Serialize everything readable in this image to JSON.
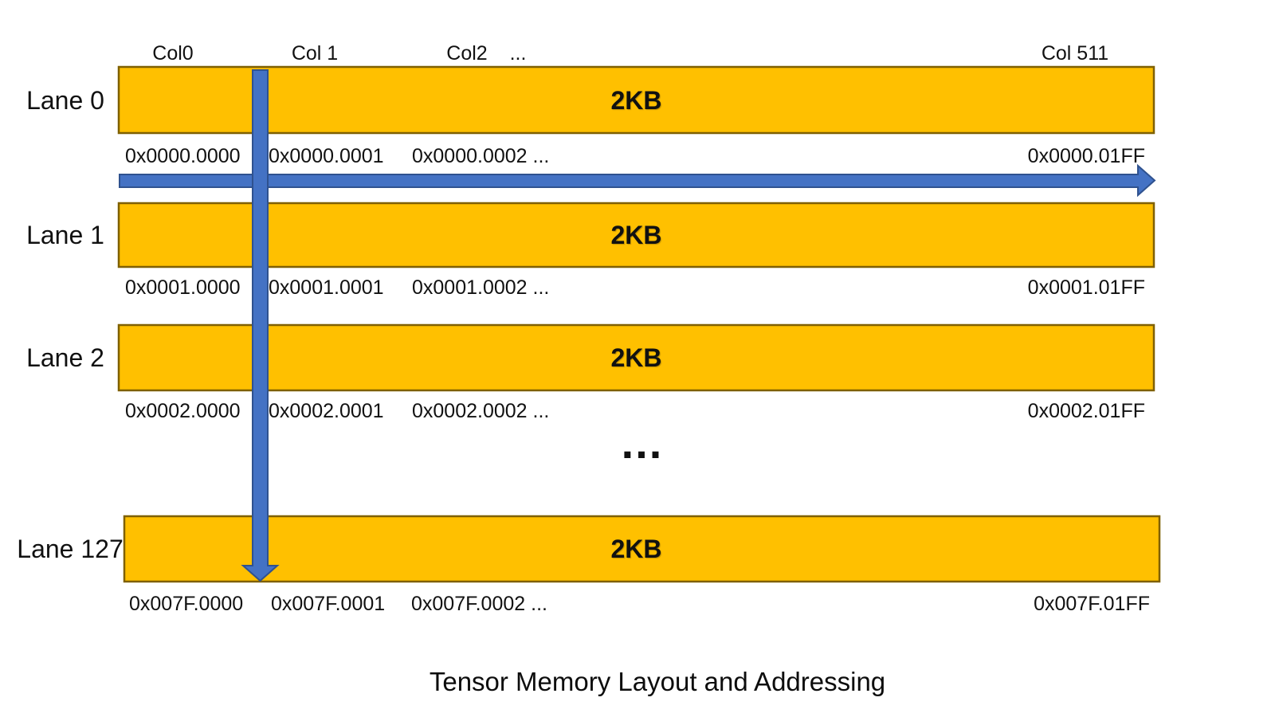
{
  "title": "Tensor Memory Layout and Addressing",
  "column_headers": {
    "col0": "Col0",
    "col1": "Col 1",
    "col2": "Col2",
    "dots": "...",
    "col511": "Col 511"
  },
  "lanes": [
    {
      "label": "Lane 0",
      "capacity": "2KB",
      "addr0": "0x0000.0000",
      "addr1": "0x0000.0001",
      "addr2": "0x0000.0002 ...",
      "addr_last": "0x0000.01FF"
    },
    {
      "label": "Lane 1",
      "capacity": "2KB",
      "addr0": "0x0001.0000",
      "addr1": "0x0001.0001",
      "addr2": "0x0001.0002 ...",
      "addr_last": "0x0001.01FF"
    },
    {
      "label": "Lane 2",
      "capacity": "2KB",
      "addr0": "0x0002.0000",
      "addr1": "0x0002.0001",
      "addr2": "0x0002.0002 ...",
      "addr_last": "0x0002.01FF"
    },
    {
      "label": "Lane 127",
      "capacity": "2KB",
      "addr0": "0x007F.0000",
      "addr1": "0x007F.0001",
      "addr2": "0x007F.0002 ...",
      "addr_last": "0x007F.01FF"
    }
  ],
  "between_lanes_ellipsis": "...",
  "colors": {
    "bar_fill": "#FFC000",
    "bar_border": "#7F6000",
    "arrow_fill": "#4472C4",
    "arrow_border": "#2F528F",
    "text": "#111111",
    "background": "#FFFFFF"
  }
}
